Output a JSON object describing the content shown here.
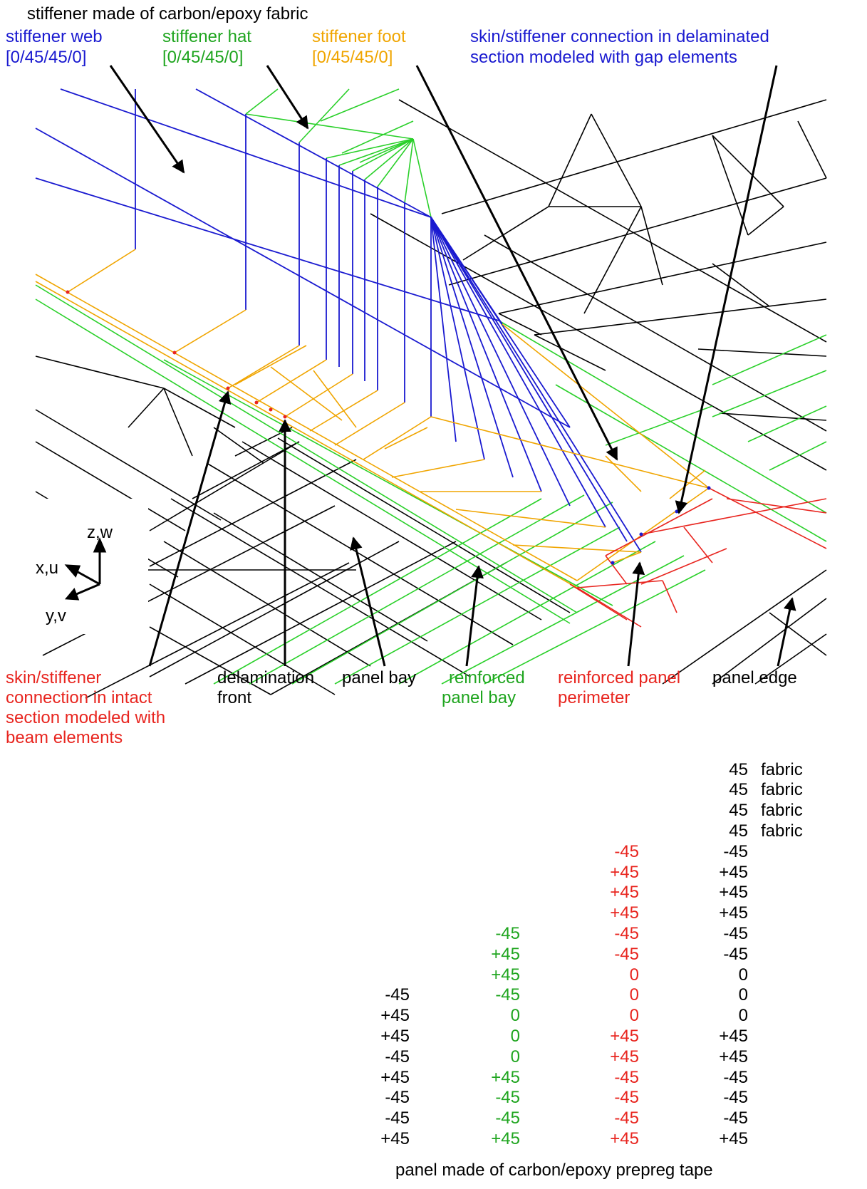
{
  "labels": {
    "top_title": "stiffener made of carbon/epoxy fabric",
    "web_line1": "stiffener web",
    "web_line2": "[0/45/45/0]",
    "hat_line1": "stiffener hat",
    "hat_line2": "[0/45/45/0]",
    "foot_line1": "stiffener foot",
    "foot_line2": "[0/45/45/0]",
    "gap_line1": "skin/stiffener connection in delaminated",
    "gap_line2": "section modeled with gap elements",
    "axis_z": "z,w",
    "axis_x": "x,u",
    "axis_y": "y,v",
    "beam_line1": "skin/stiffener",
    "beam_line2": "connection in intact",
    "beam_line3": "section modeled with",
    "beam_line4": "beam elements",
    "delam_line1": "delamination",
    "delam_line2": "front",
    "bay": "panel bay",
    "rbay_line1": "reinforced",
    "rbay_line2": "panel bay",
    "rper_line1": "reinforced panel",
    "rper_line2": "perimeter",
    "edge": "panel edge",
    "bottom_title": "panel made of carbon/epoxy prepreg tape"
  },
  "colors": {
    "web": "#1a1ad0",
    "hat": "#1fa51f",
    "foot": "#f0a500",
    "perimeter": "#e8251f",
    "mesh": "#000000"
  },
  "layups": {
    "fabric_word": "fabric",
    "panel_bay": [
      "-45",
      "+45",
      "+45",
      "-45",
      "+45",
      "-45",
      "-45",
      "+45"
    ],
    "reinforced_bay": [
      "-45",
      "+45",
      "+45",
      "-45",
      "0",
      "0",
      "0",
      "+45",
      "-45",
      "-45",
      "+45"
    ],
    "perimeter": [
      "-45",
      "+45",
      "+45",
      "+45",
      "-45",
      "-45",
      "0",
      "0",
      "0",
      "+45",
      "+45",
      "-45",
      "-45",
      "-45",
      "+45"
    ],
    "edge": [
      "45",
      "45",
      "45",
      "45",
      "-45",
      "+45",
      "+45",
      "+45",
      "-45",
      "-45",
      "0",
      "0",
      "0",
      "+45",
      "+45",
      "-45",
      "-45",
      "-45",
      "+45"
    ]
  }
}
